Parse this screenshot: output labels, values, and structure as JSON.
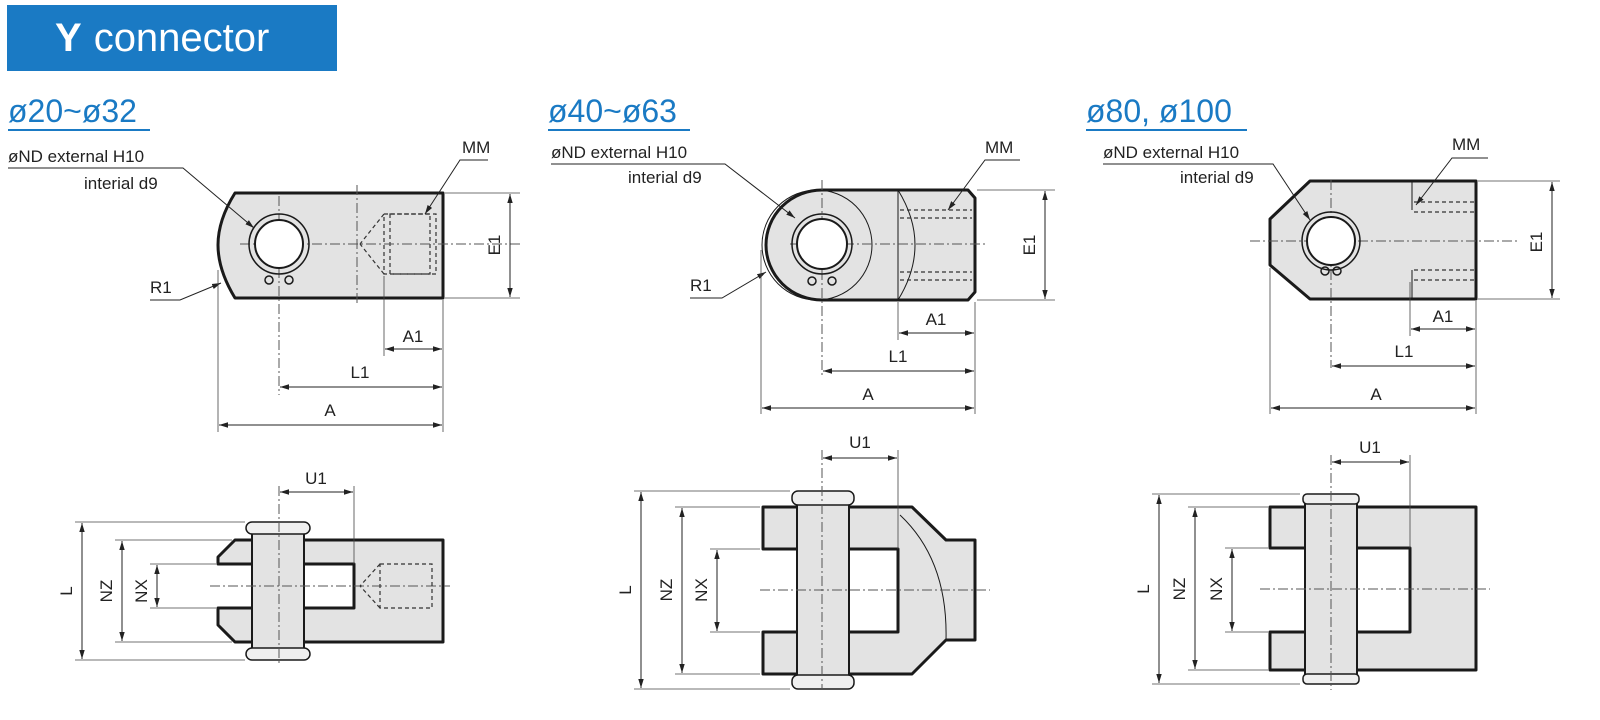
{
  "banner": {
    "symbol": "Y",
    "word": "connector"
  },
  "sections": [
    {
      "title": "ø20~ø32"
    },
    {
      "title": "ø40~ø63"
    },
    {
      "title": "ø80, ø100"
    }
  ],
  "labels": {
    "nd_line1": "øND external H10",
    "nd_line2": "interial d9",
    "mm": "MM",
    "r1": "R1",
    "e1": "E1",
    "a1": "A1",
    "l1": "L1",
    "a": "A",
    "u1": "U1",
    "l": "L",
    "nz": "NZ",
    "nx": "NX"
  },
  "colors": {
    "accent": "#1a7ac4",
    "part_fill": "#e3e3e3",
    "outline": "#1a1a1a"
  }
}
